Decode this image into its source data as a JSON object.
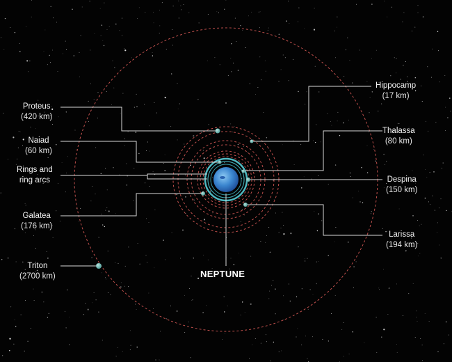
{
  "moons": {
    "proteus": {
      "name": "Proteus",
      "size": "(420 km)"
    },
    "naiad": {
      "name": "Naiad",
      "size": "(60 km)"
    },
    "rings": {
      "line1": "Rings and",
      "line2": "ring arcs"
    },
    "galatea": {
      "name": "Galatea",
      "size": "(176 km)"
    },
    "triton": {
      "name": "Triton",
      "size": "(2700 km)"
    },
    "hippocamp": {
      "name": "Hippocamp",
      "size": "(17 km)"
    },
    "thalassa": {
      "name": "Thalassa",
      "size": "(80 km)"
    },
    "despina": {
      "name": "Despina",
      "size": "(150 km)"
    },
    "larissa": {
      "name": "Larissa",
      "size": "(194 km)"
    }
  },
  "planet": {
    "name": "NEPTUNE"
  },
  "colors": {
    "orbit": "#c0504d",
    "ring": "#4fb8c0",
    "leader": "#d8d8d8",
    "moon": "#7fc4c0",
    "planet": "#3d8fd6"
  }
}
